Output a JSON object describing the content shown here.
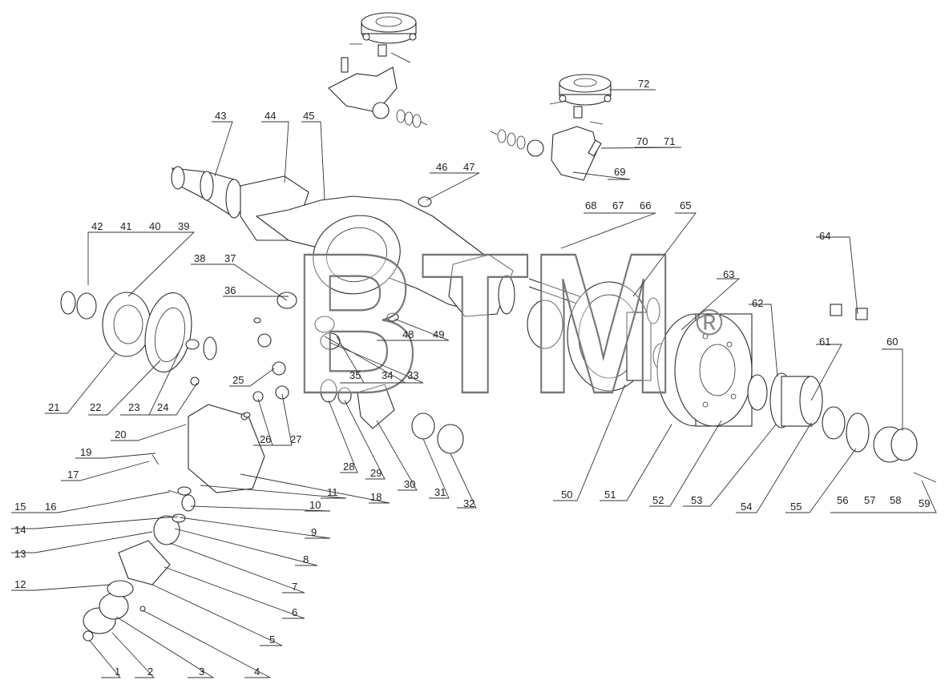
{
  "diagram": {
    "watermark": {
      "text": "BTM",
      "mark": "®"
    },
    "callouts": [
      "1",
      "2",
      "3",
      "4",
      "5",
      "6",
      "7",
      "8",
      "9",
      "10",
      "11",
      "12",
      "13",
      "14",
      "15",
      "16",
      "17",
      "18",
      "19",
      "20",
      "21",
      "22",
      "23",
      "24",
      "25",
      "26",
      "27",
      "28",
      "29",
      "30",
      "31",
      "32",
      "33",
      "34",
      "35",
      "36",
      "37",
      "38",
      "39",
      "40",
      "41",
      "42",
      "43",
      "44",
      "45",
      "46",
      "47",
      "48",
      "49",
      "50",
      "51",
      "52",
      "53",
      "54",
      "55",
      "56",
      "57",
      "58",
      "59",
      "60",
      "61",
      "62",
      "63",
      "64",
      "65",
      "66",
      "67",
      "68",
      "69",
      "70",
      "71",
      "72"
    ]
  }
}
